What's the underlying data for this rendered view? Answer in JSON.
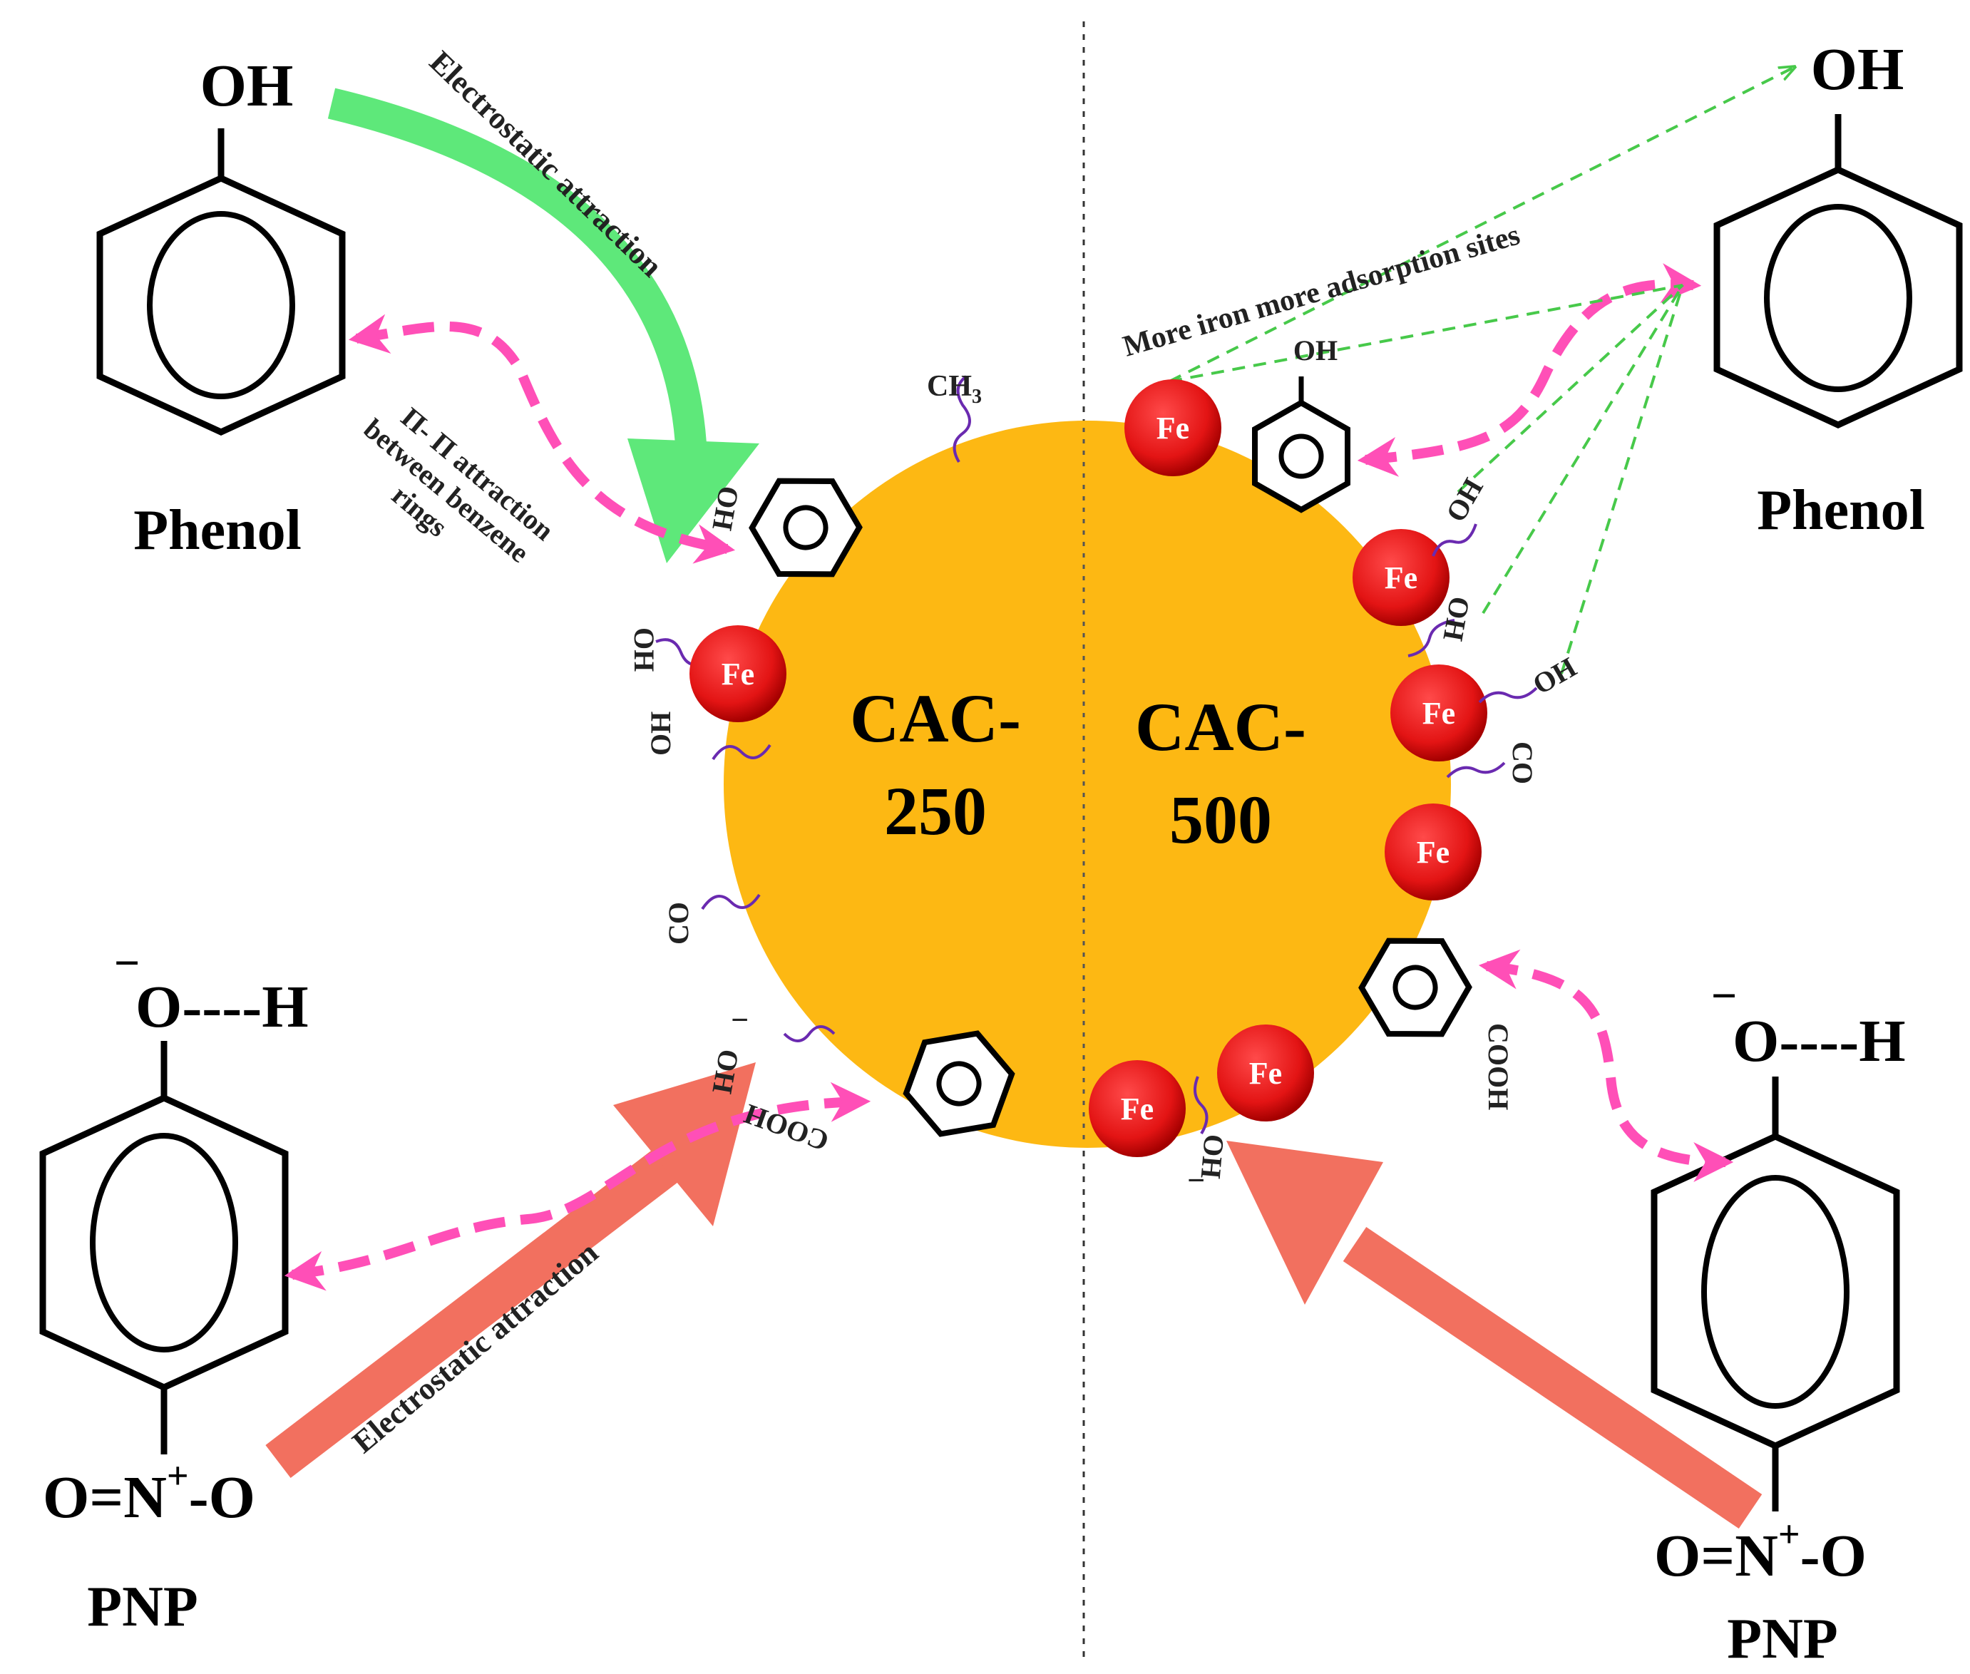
{
  "left_phenol": {
    "substituent": "OH",
    "name": "Phenol"
  },
  "right_phenol": {
    "substituent": "OH",
    "name": "Phenol"
  },
  "left_pnp": {
    "top": "O----H",
    "top_charge": "−",
    "nitro_a": "O=N",
    "nitro_charge": "+",
    "nitro_b": "-O",
    "name": "PNP"
  },
  "right_pnp": {
    "top": "O----H",
    "top_charge": "−",
    "nitro_a": "O=N",
    "nitro_charge": "+",
    "nitro_b": "-O",
    "name": "PNP"
  },
  "particle": {
    "left_label_line1": "CAC-",
    "left_label_line2": "250",
    "right_label_line1": "CAC-",
    "right_label_line2": "500",
    "color": "#FDB813"
  },
  "iron_label": "Fe",
  "annotations": {
    "electrostatic_top": "Electrostatic attraction",
    "pi_pi_line1": "Π- Π attraction",
    "pi_pi_line2": "between benzene",
    "pi_pi_line3": "rings",
    "electrostatic_bottom": "Electrostatic attraction",
    "more_iron": "More iron more adsorption sites"
  },
  "groups": {
    "ch3": "CH",
    "ch3_sub": "3",
    "oh": "OH",
    "co": "CO",
    "cooh": "COOH",
    "oh_minus": "OH",
    "minus": "−",
    "small_phenol_oh": "OH"
  },
  "colors": {
    "green_arrow": "#5EE87A",
    "salmon_arrow": "#F2705F",
    "magenta_dash": "#FF4FB7",
    "green_dash": "#47C94A",
    "iron_red": "#E31414",
    "wave_purple": "#6A2AB0"
  }
}
